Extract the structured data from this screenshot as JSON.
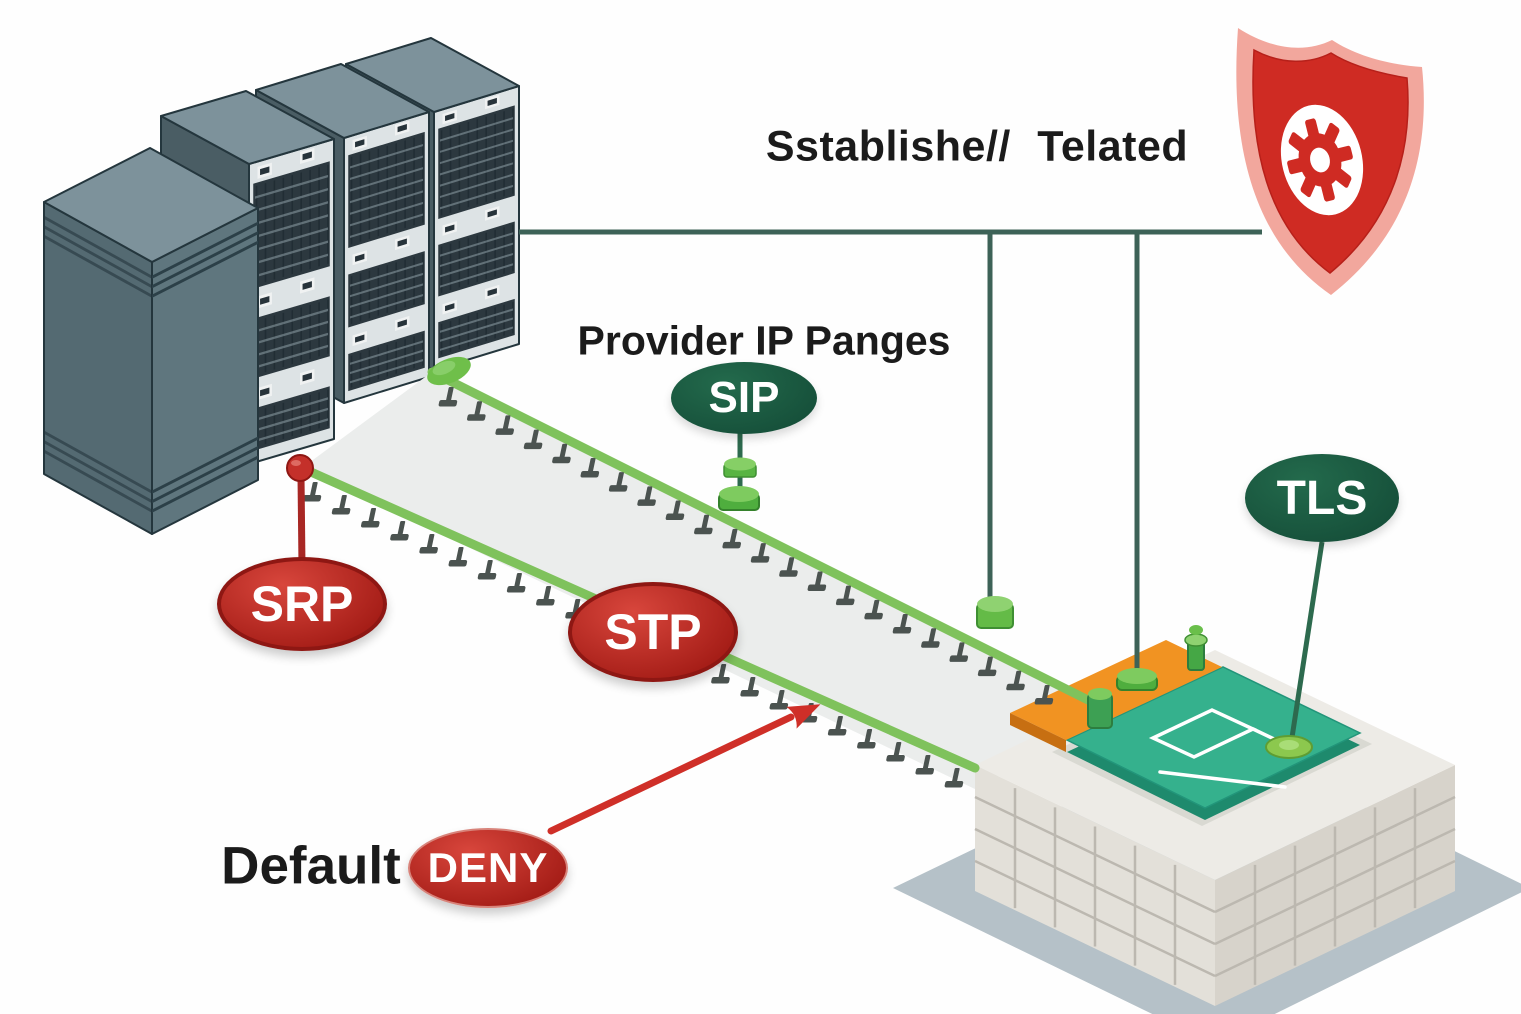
{
  "labels": {
    "established": "Sstablishe// Telated",
    "provider_ip": "Provider IP Panges",
    "default_prefix": "Default"
  },
  "badges": {
    "sip": "SIP",
    "srp": "SRP",
    "stp": "STP",
    "tls": "TLS",
    "deny": "DENY"
  },
  "icons": {
    "shield": "shield-gear-icon",
    "servers": "server-rack-cluster",
    "firewall": "firewall-platform",
    "road": "allowed-traffic-path"
  },
  "colors": {
    "road_green": "#7fc25c",
    "pin_gray": "#4b5350",
    "line_green": "#3d6257",
    "stem_green": "#2d6a4e",
    "badge_green": "#1d5a41",
    "badge_red": "#c22b26",
    "arrow_red": "#cf2f28",
    "shield_red": "#cf2b23",
    "shield_rim_pink": "#f2a79d",
    "rack_front": "#dde3e5",
    "rack_side": "#4a5d64",
    "rack_dark_side": "#546a72",
    "rack_top": "#7d929b",
    "platform_teal": "#35b18d",
    "platform_orange": "#f19322",
    "base_white": "#edebe6"
  }
}
